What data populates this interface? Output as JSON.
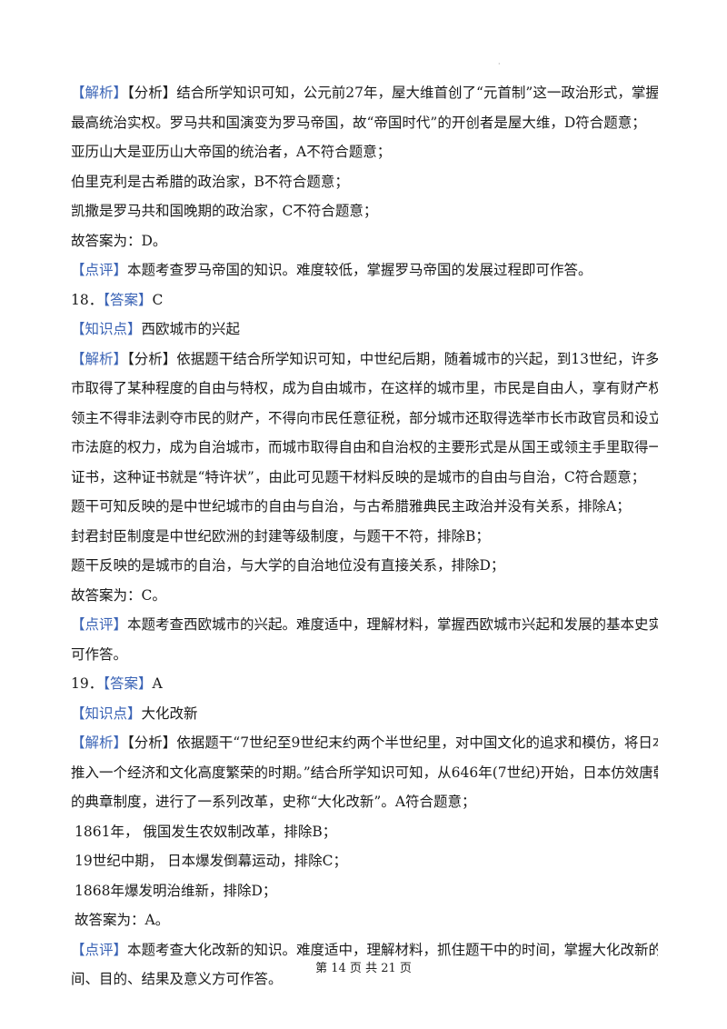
{
  "page_mark": "·",
  "lines": [
    {
      "tag": "【解析】",
      "text": "【分析】结合所学知识可知，公元前27年，屋大维首创了“元首制”这一政治形式，掌握了"
    },
    {
      "tag": "",
      "text": "最高统治实权。罗马共和国演变为罗马帝国，故“帝国时代”的开创者是屋大维，D符合题意；"
    },
    {
      "tag": "",
      "text": "亚历山大是亚历山大帝国的统治者，A不符合题意；"
    },
    {
      "tag": "",
      "text": "伯里克利是古希腊的政治家，B不符合题意；"
    },
    {
      "tag": "",
      "text": "凯撒是罗马共和国晚期的政治家，C不符合题意；"
    },
    {
      "tag": "",
      "text": "故答案为：D。"
    },
    {
      "tag": "【点评】",
      "text": "本题考查罗马帝国的知识。难度较低，掌握罗马帝国的发展过程即可作答。"
    },
    {
      "tag": "",
      "prefix": "18．",
      "tag2": "【答案】",
      "text": "C"
    },
    {
      "tag": "【知识点】",
      "text": "西欧城市的兴起"
    },
    {
      "tag": "【解析】",
      "text": "【分析】依据题干结合所学知识可知，中世纪后期，随着城市的兴起，到13世纪，许多城"
    },
    {
      "tag": "",
      "text": "市取得了某种程度的自由与特权，成为自由城市，在这样的城市里，市民是自由人，享有财产权，"
    },
    {
      "tag": "",
      "text": "领主不得非法剥夺市民的财产，不得向市民任意征税，部分城市还取得选举市长市政官员和设立城"
    },
    {
      "tag": "",
      "text": "市法庭的权力，成为自治城市，而城市取得自由和自治权的主要形式是从国王或领主手里取得一种"
    },
    {
      "tag": "",
      "text": "证书，这种证书就是“特许状”，由此可见题干材料反映的是城市的自由与自治，C符合题意；"
    },
    {
      "tag": "",
      "text": "题干可知反映的是中世纪城市的自由与自治，与古希腊雅典民主政治并没有关系，排除A；"
    },
    {
      "tag": "",
      "text": "封君封臣制度是中世纪欧洲的封建等级制度，与题干不符，排除B；"
    },
    {
      "tag": "",
      "text": "题干反映的是城市的自治，与大学的自治地位没有直接关系，排除D；"
    },
    {
      "tag": "",
      "text": "故答案为：C。"
    },
    {
      "tag": "【点评】",
      "text": "本题考查西欧城市的兴起。难度适中，理解材料，掌握西欧城市兴起和发展的基本史实即"
    },
    {
      "tag": "",
      "text": "可作答。"
    },
    {
      "tag": "",
      "prefix": "19．",
      "tag2": "【答案】",
      "text": "A"
    },
    {
      "tag": "【知识点】",
      "text": "大化改新"
    },
    {
      "tag": "【解析】",
      "text": "【分析】依据题干“7世纪至9世纪末约两个半世纪里，对中国文化的追求和模仿，将日本"
    },
    {
      "tag": "",
      "text": "推入一个经济和文化高度繁荣的时期。”结合所学知识可知，从646年(7世纪)开始，日本仿效唐朝"
    },
    {
      "tag": "",
      "text": "的典章制度，进行了一系列改革，史称“大化改新”。A符合题意；"
    },
    {
      "tag": "",
      "indent": true,
      "text": "1861年，  俄国发生农奴制改革，排除B；"
    },
    {
      "tag": "",
      "indent": true,
      "text": "19世纪中期，  日本爆发倒幕运动，排除C；"
    },
    {
      "tag": "",
      "indent": true,
      "text": "1868年爆发明治维新，排除D；"
    },
    {
      "tag": "",
      "indent": true,
      "text": "故答案为：A。"
    },
    {
      "tag": "【点评】",
      "text": "本题考查大化改新的知识。难度适中，理解材料，抓住题干中的时间，掌握大化改新的时"
    },
    {
      "tag": "",
      "text": "间、目的、结果及意义方可作答。"
    }
  ],
  "footer": "第 14 页 共 21 页"
}
